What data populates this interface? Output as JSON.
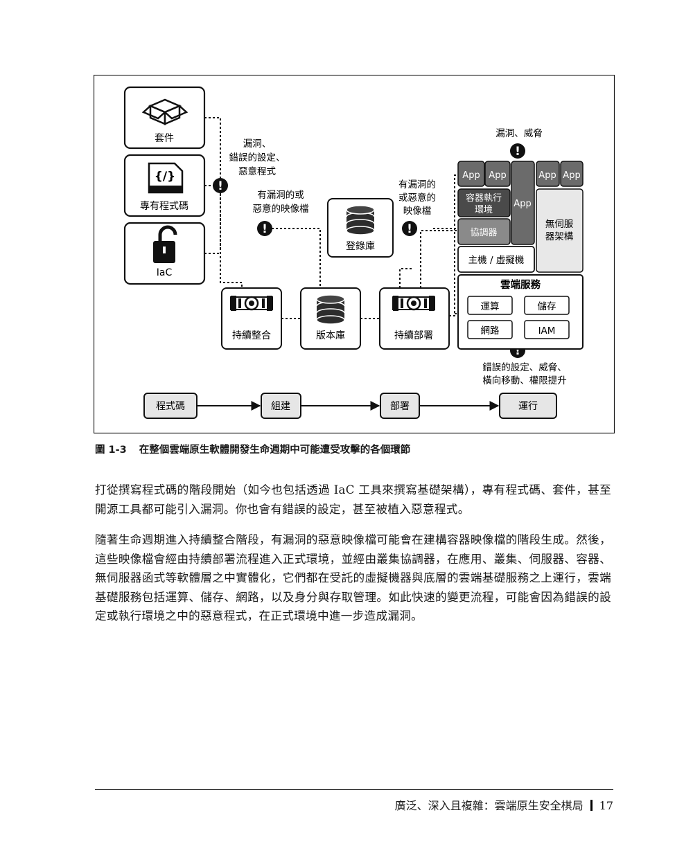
{
  "figure": {
    "boxes": {
      "package": "套件",
      "proprietary_code": "專有程式碼",
      "code_icon": "{/}",
      "iac": "IaC",
      "registry": "登錄庫",
      "ci": "持續整合",
      "repo": "版本庫",
      "cd": "持續部署",
      "app": "App",
      "runtime_line1": "容器執行",
      "runtime_line2": "環境",
      "orchestrator": "協調器",
      "host": "主機 / 虛擬機",
      "serverless_line1": "無伺服",
      "serverless_line2": "器架構",
      "cloud_services": "雲端服務",
      "compute": "運算",
      "storage": "儲存",
      "network": "網路",
      "iam": "IAM"
    },
    "annotations": {
      "a1_line1": "漏洞、",
      "a1_line2": "錯誤的設定、",
      "a1_line3": "惡意程式",
      "a2_line1": "有漏洞的或",
      "a2_line2": "惡意的映像檔",
      "a3_line1": "有漏洞的",
      "a3_line2": "或惡意的",
      "a3_line3": "映像檔",
      "a4": "漏洞、威脅",
      "a5_line1": "錯誤的設定、威脅、",
      "a5_line2": "橫向移動、權限提升",
      "warning_symbol": "!"
    },
    "pipeline": [
      "程式碼",
      "組建",
      "部署",
      "運行"
    ]
  },
  "caption": {
    "number": "圖 1-3",
    "text": "在整個雲端原生軟體開發生命週期中可能遭受攻擊的各個環節"
  },
  "paragraphs": {
    "p1": "打從撰寫程式碼的階段開始（如今也包括透過 IaC 工具來撰寫基礎架構），專有程式碼、套件，甚至開源工具都可能引入漏洞。你也會有錯誤的設定，甚至被植入惡意程式。",
    "p2": "隨著生命週期進入持續整合階段，有漏洞的惡意映像檔可能會在建構容器映像檔的階段生成。然後，這些映像檔會經由持續部署流程進入正式環境，並經由叢集協調器，在應用、叢集、伺服器、容器、無伺服器函式等軟體層之中實體化，它們都在受託的虛擬機器與底層的雲端基礎服務之上運行，雲端基礎服務包括運算、儲存、網路，以及身分與存取管理。如此快速的變更流程，可能會因為錯誤的設定或執行環境之中的惡意程式，在正式環境中進一步造成漏洞。"
  },
  "footer": {
    "title": "廣泛、深入且複雜：雲端原生安全棋局",
    "page": "17"
  }
}
